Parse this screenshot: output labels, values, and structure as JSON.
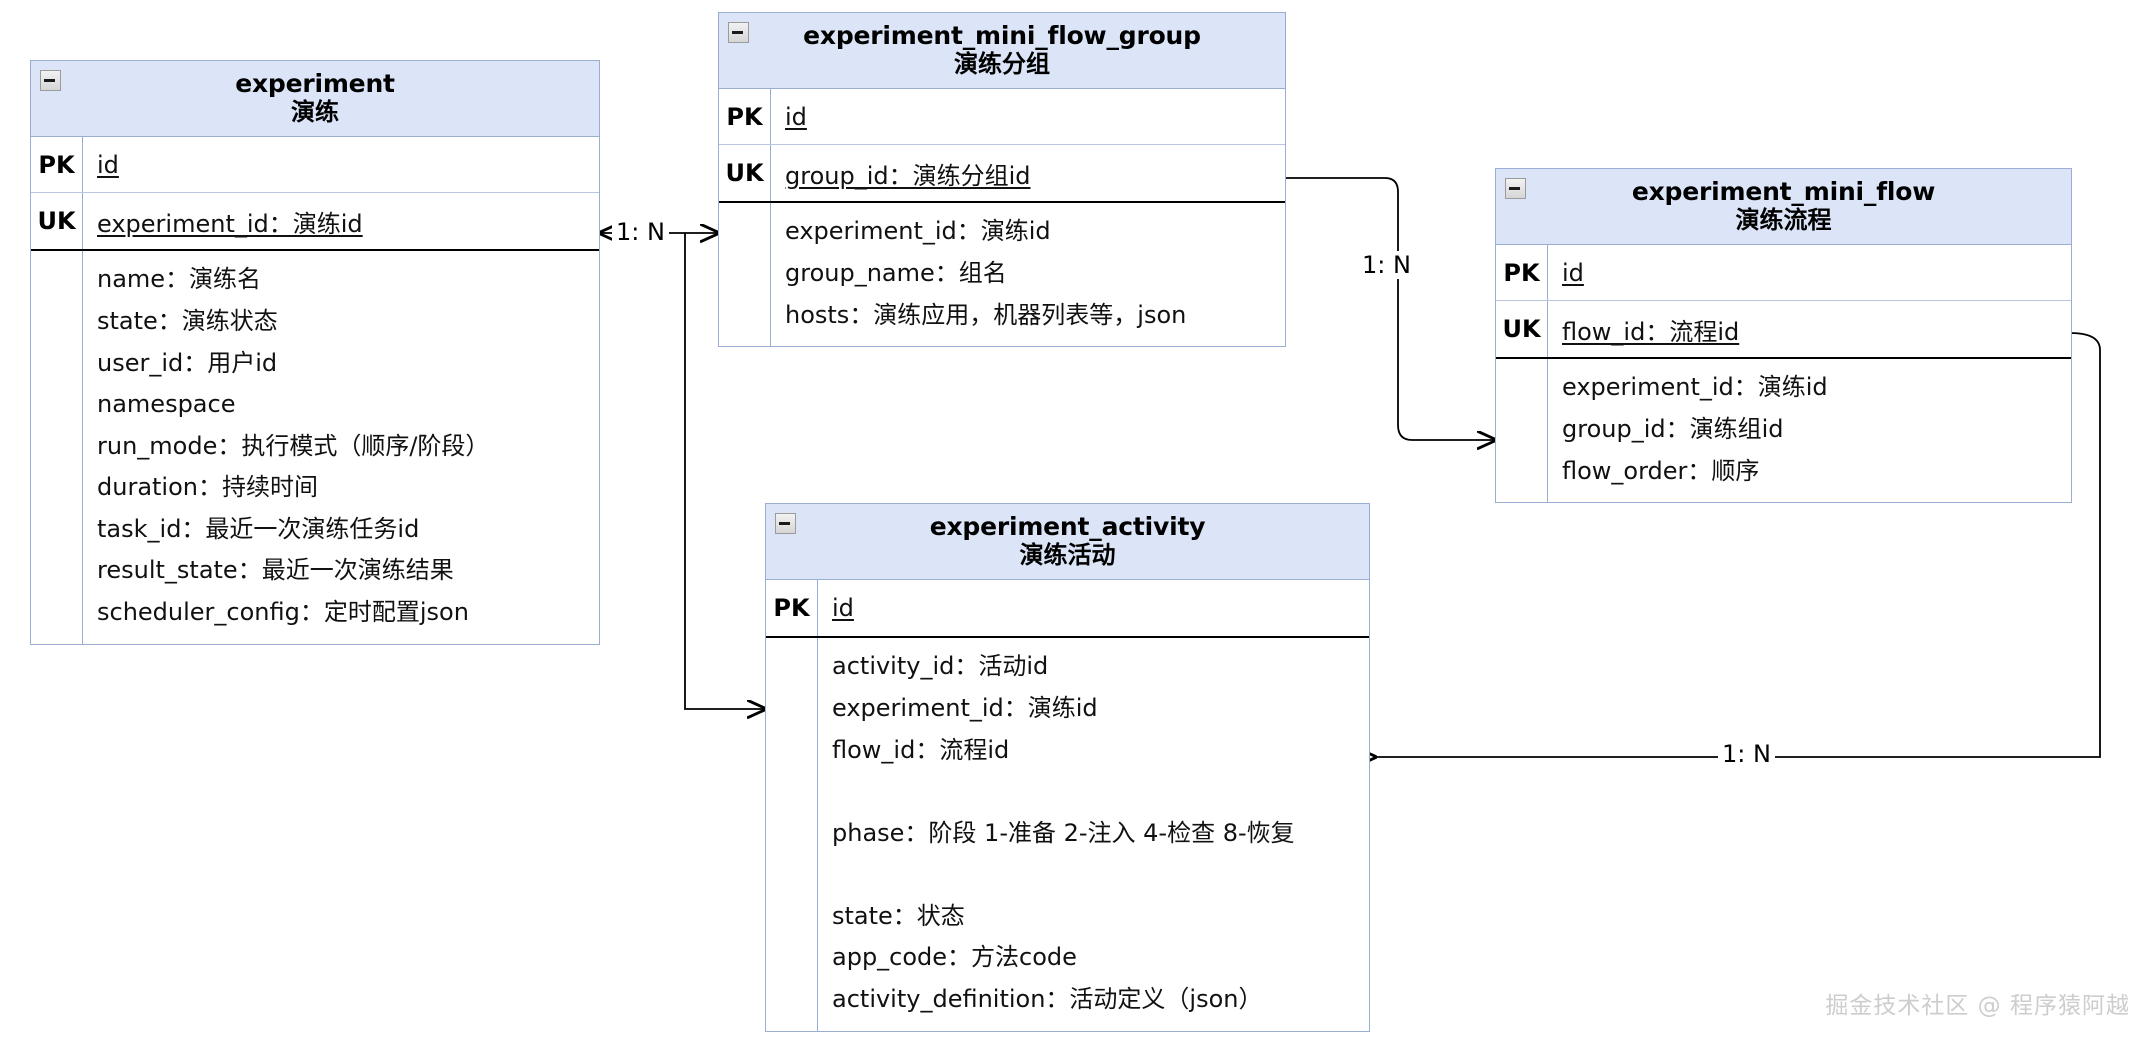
{
  "diagram": {
    "type": "entity-relationship",
    "collapse_icon": "minus-box-icon",
    "watermark": "掘金技术社区 @ 程序猿阿越",
    "entities": [
      {
        "id": "experiment",
        "title": "experiment",
        "subtitle": "演练",
        "keys": [
          {
            "tag": "PK",
            "field": "id"
          },
          {
            "tag": "UK",
            "field": "experiment_id：演练id"
          }
        ],
        "attributes": [
          "name：演练名",
          "state：演练状态",
          "user_id：用户id",
          "namespace",
          "run_mode：执行模式（顺序/阶段）",
          "duration：持续时间",
          "task_id：最近一次演练任务id",
          "result_state：最近一次演练结果",
          "scheduler_config：定时配置json"
        ]
      },
      {
        "id": "experiment_mini_flow_group",
        "title": "experiment_mini_flow_group",
        "subtitle": "演练分组",
        "keys": [
          {
            "tag": "PK",
            "field": "id"
          },
          {
            "tag": "UK",
            "field": "group_id：演练分组id"
          }
        ],
        "attributes": [
          "experiment_id：演练id",
          "group_name：组名",
          "hosts：演练应用，机器列表等，json"
        ]
      },
      {
        "id": "experiment_mini_flow",
        "title": "experiment_mini_flow",
        "subtitle": "演练流程",
        "keys": [
          {
            "tag": "PK",
            "field": "id"
          },
          {
            "tag": "UK",
            "field": "flow_id：流程id"
          }
        ],
        "attributes": [
          "experiment_id：演练id",
          "group_id：演练组id",
          "flow_order：顺序"
        ]
      },
      {
        "id": "experiment_activity",
        "title": "experiment_activity",
        "subtitle": "演练活动",
        "keys": [
          {
            "tag": "PK",
            "field": "id"
          }
        ],
        "attributes": [
          "activity_id：活动id",
          "experiment_id：演练id",
          "flow_id：流程id",
          "",
          "phase：阶段 1-准备 2-注入 4-检查 8-恢复",
          "",
          "state：状态",
          "app_code：方法code",
          "activity_definition：活动定义（json）"
        ]
      }
    ],
    "relationships": [
      {
        "id": "experiment-to-group",
        "label": "1: N"
      },
      {
        "id": "group-to-mini-flow",
        "label": "1: N"
      },
      {
        "id": "mini-flow-to-activity",
        "label": "1: N"
      }
    ],
    "colors": {
      "header_fill": "#dbe5f7",
      "border": "#9aaed4",
      "text": "#000000",
      "watermark": "#cdcdcd"
    }
  }
}
